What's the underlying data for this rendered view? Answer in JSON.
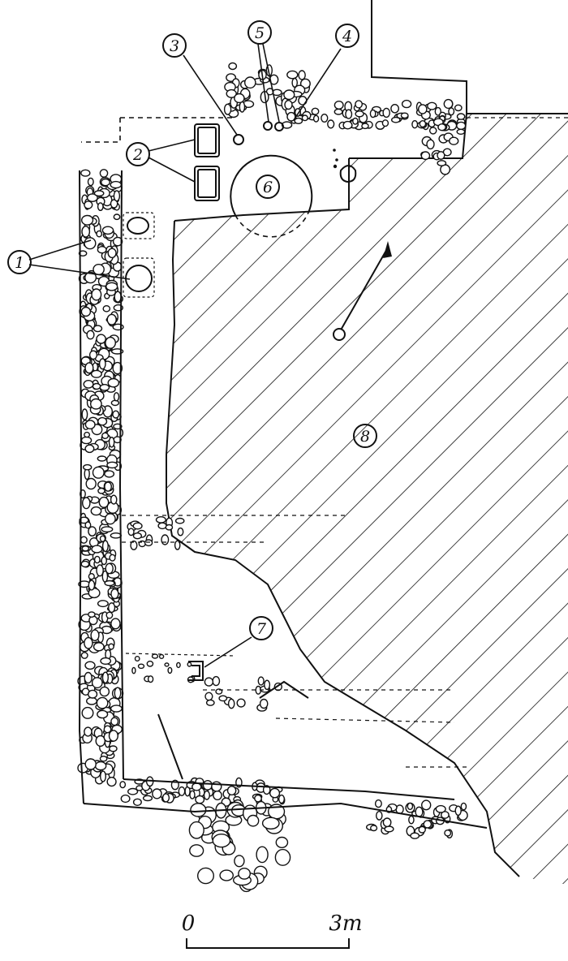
{
  "figure": {
    "markers": [
      {
        "id": "1",
        "label": "1"
      },
      {
        "id": "2",
        "label": "2"
      },
      {
        "id": "3",
        "label": "3"
      },
      {
        "id": "4",
        "label": "4"
      },
      {
        "id": "5",
        "label": "5"
      },
      {
        "id": "6",
        "label": "6"
      },
      {
        "id": "7",
        "label": "7"
      },
      {
        "id": "8",
        "label": "8"
      }
    ],
    "scale_bar": {
      "start_label": "0",
      "end_label": "3m"
    }
  }
}
